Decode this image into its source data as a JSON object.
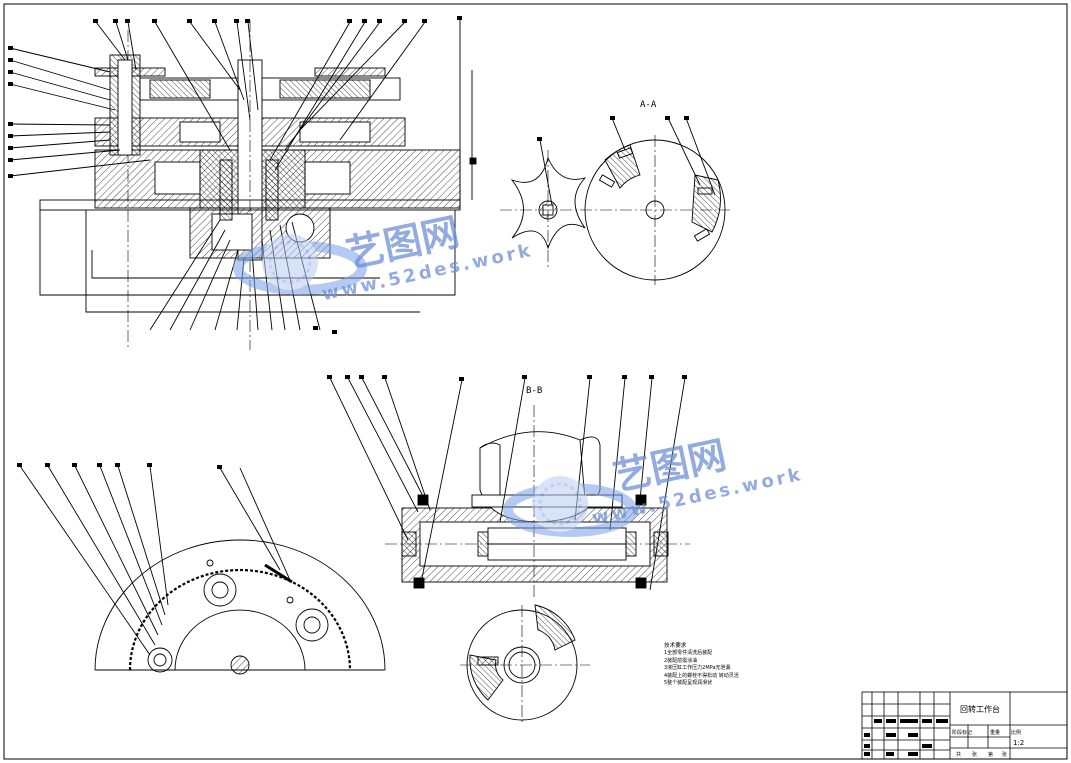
{
  "section_labels": {
    "aa": "A-A",
    "bb": "B-B"
  },
  "tech_notes": {
    "title": "技术要求",
    "lines": [
      "1全部零件清洗后装配",
      "2装配前需涂油",
      "3液压缸工作压力2MPa无泄漏",
      "4装配上的螺栓不得松动 转动灵活",
      "5整个装配呈现润滑状"
    ]
  },
  "title_block": {
    "drawing_name": "回转工作台",
    "headers": [
      "阶段标记",
      "重量",
      "比例"
    ],
    "scale": "1:2",
    "sheet_text": [
      "共",
      "张",
      "第",
      "张"
    ]
  },
  "watermark": {
    "brand": "艺图网",
    "url": "www.52des.work"
  },
  "colors": {
    "line": "#000000",
    "hatch": "#000000",
    "watermark": "#6f8fd6"
  }
}
